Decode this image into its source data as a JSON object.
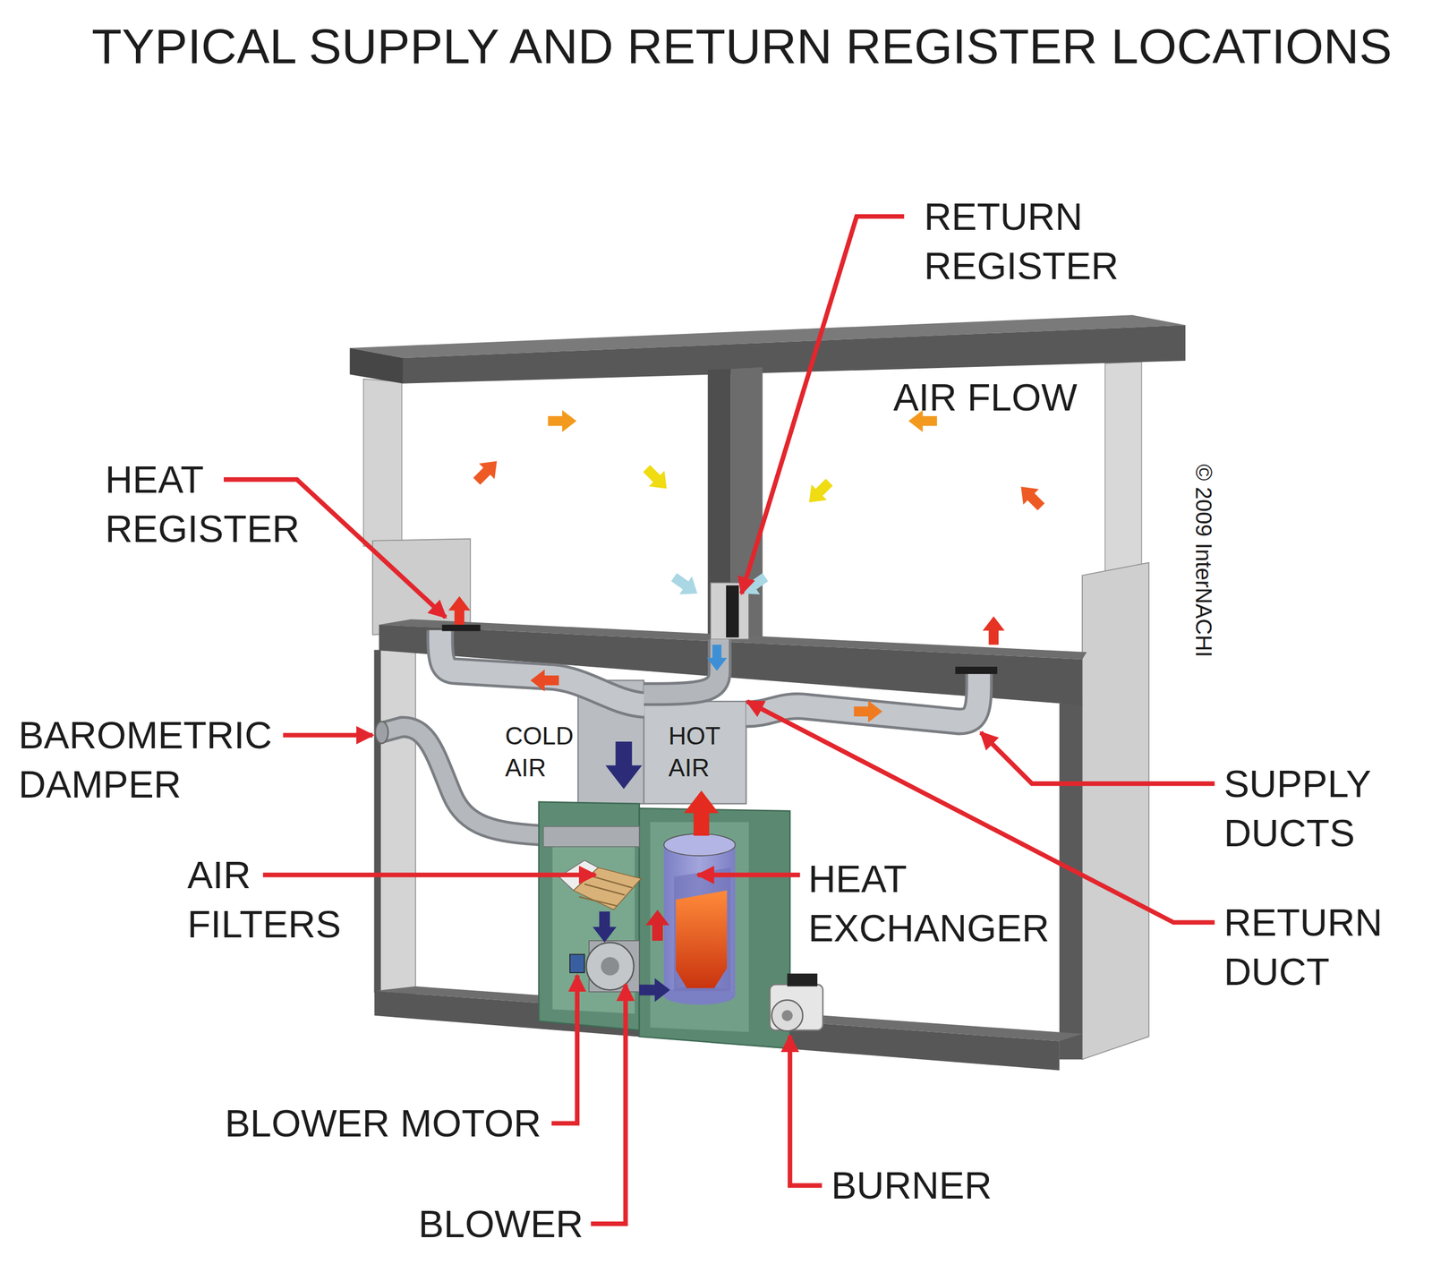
{
  "diagram": {
    "title": "TYPICAL SUPPLY AND RETURN REGISTER LOCATIONS",
    "labels": [
      "RETURN REGISTER",
      "AIR FLOW",
      "HEAT REGISTER",
      "© 2009 InterNACHI",
      "BAROMETRIC DAMPER",
      "COLD AIR",
      "HOT AIR",
      "SUPPLY DUCTS",
      "AIR FILTERS",
      "HEAT EXCHANGER",
      "RETURN DUCT",
      "BLOWER MOTOR",
      "BURNER",
      "BLOWER"
    ]
  }
}
